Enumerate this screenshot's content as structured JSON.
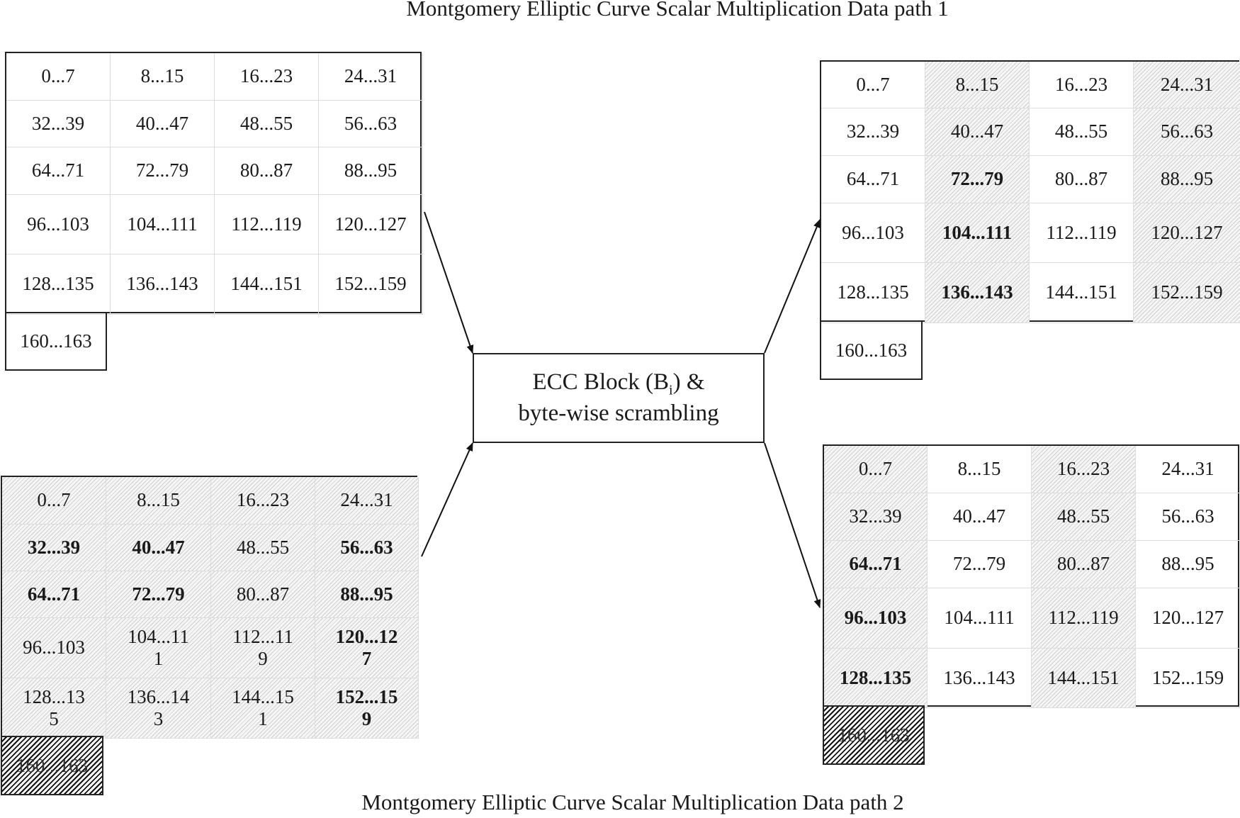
{
  "titles": {
    "top": "Montgomery Elliptic Curve Scalar Multiplication  Data path 1",
    "bottom": "Montgomery Elliptic Curve Scalar Multiplication  Data path 2"
  },
  "center_block": {
    "line1_prefix": "ECC Block (B",
    "line1_sub": "i",
    "line1_suffix": ") &",
    "line2": "byte-wise scrambling"
  },
  "grids": {
    "input_top_left": {
      "cells": [
        "0...7",
        "8...15",
        "16...23",
        "24...31",
        "32...39",
        "40...47",
        "48...55",
        "56...63",
        "64...71",
        "72...79",
        "80...87",
        "88...95",
        "96...103",
        "104...111",
        "112...119",
        "120...127",
        "128...135",
        "136...143",
        "144...151",
        "152...159"
      ],
      "hatched_columns": [],
      "all_hatched": false,
      "bold": [],
      "extra": "160...163",
      "extra_dark": false
    },
    "output_top_right": {
      "cells": [
        "0...7",
        "8...15",
        "16...23",
        "24...31",
        "32...39",
        "40...47",
        "48...55",
        "56...63",
        "64...71",
        "72...79",
        "80...87",
        "88...95",
        "96...103",
        "104...111",
        "112...119",
        "120...127",
        "128...135",
        "136...143",
        "144...151",
        "152...159"
      ],
      "hatched_columns": [
        1,
        3
      ],
      "all_hatched": false,
      "bold": [
        "72...79",
        "104...111",
        "136...143"
      ],
      "extra": "160...163",
      "extra_dark": false
    },
    "input_bottom_left": {
      "cells": [
        "0...7",
        "8...15",
        "16...23",
        "24...31",
        "32...39",
        "40...47",
        "48...55",
        "56...63",
        "64...71",
        "72...79",
        "80...87",
        "88...95",
        "96...103",
        "104...111",
        "112...119",
        "120...127",
        "128...135",
        "136...143",
        "144...151",
        "152...159"
      ],
      "hatched_columns": [],
      "all_hatched": true,
      "bold": [
        "32...39",
        "40...47",
        "56...63",
        "64...71",
        "72...79",
        "88...95",
        "120...127",
        "152...159"
      ],
      "extra": "160...163",
      "extra_dark": true
    },
    "output_bottom_right": {
      "cells": [
        "0...7",
        "8...15",
        "16...23",
        "24...31",
        "32...39",
        "40...47",
        "48...55",
        "56...63",
        "64...71",
        "72...79",
        "80...87",
        "88...95",
        "96...103",
        "104...111",
        "112...119",
        "120...127",
        "128...135",
        "136...143",
        "144...151",
        "152...159"
      ],
      "hatched_columns": [
        0,
        2
      ],
      "all_hatched": false,
      "bold": [
        "64...71",
        "96...103",
        "128...135"
      ],
      "extra": "160...163",
      "extra_dark": true
    }
  }
}
